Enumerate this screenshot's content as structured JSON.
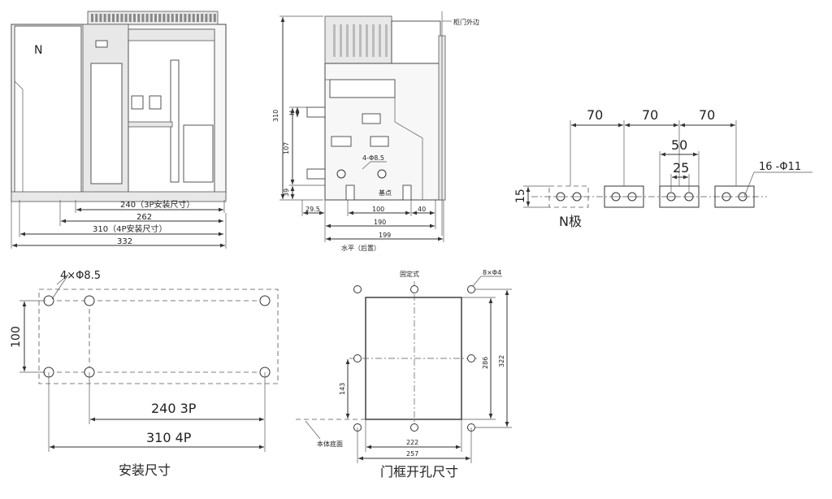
{
  "front_view": {
    "n_label": "N",
    "dim_240": "240（3P安装尺寸）",
    "dim_262": "262",
    "dim_310": "310（4P安装尺寸）",
    "dim_332": "332"
  },
  "side_view": {
    "door_label": "柜门外边",
    "dim_310": "310",
    "dim_h": "H",
    "dim_107": "107",
    "dim_39": "39",
    "holes_label": "4-Φ8.5",
    "base_point": "基点",
    "dim_29_5": "29.5",
    "dim_100": "100",
    "dim_40": "40",
    "dim_190": "190",
    "dim_199": "199",
    "level_label": "水平（后置）"
  },
  "terminal_view": {
    "dim_70_a": "70",
    "dim_70_b": "70",
    "dim_70_c": "70",
    "dim_50": "50",
    "dim_25": "25",
    "holes_label": "16 -Φ11",
    "dim_15": "15",
    "n_pole_label": "N极"
  },
  "mounting_view": {
    "holes_label": "4×Φ8.5",
    "dim_100": "100",
    "dim_240": "240  3P",
    "dim_310": "310  4P",
    "caption": "安装尺寸"
  },
  "cutout_view": {
    "fixed_label": "固定式",
    "holes_label": "8×Φ4",
    "dim_286": "286",
    "dim_322": "322",
    "dim_143": "143",
    "base_label": "本体底面",
    "dim_222": "222",
    "dim_257": "257",
    "caption": "门框开孔尺寸"
  }
}
